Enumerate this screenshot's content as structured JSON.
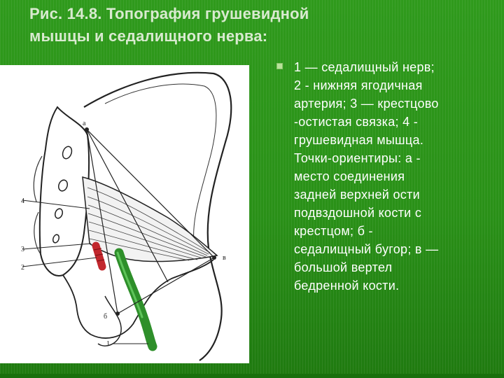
{
  "slide": {
    "title_lines": [
      "Рис. 14.8. Топография грушевидной",
      "мышцы и седалищного нерва:"
    ],
    "caption_lines": [
      "1 — седалищный нерв;",
      "2 - нижняя ягодичная",
      "артерия; 3 — крестцово",
      "-остистая связка; 4 -",
      "грушевидная мышца.",
      "Точки-ориентиры: а -",
      "место соединения",
      "задней верхней ости",
      "подвздошной кости с",
      "крестцом; б -",
      "седалищный бугор; в —",
      "большой вертел",
      "бедренной кости."
    ],
    "bullet_icon": "square-bullet-icon"
  },
  "figure": {
    "labels": {
      "point_a": "а",
      "point_b": "б",
      "point_v": "в",
      "n1": "1",
      "n2": "2",
      "n3": "3",
      "n4": "4"
    },
    "colors": {
      "nerve": "#2e8f2a",
      "artery": "#c2272d",
      "lines": "#222222"
    }
  },
  "colors": {
    "background": "#2c9419",
    "title": "#d9ead0",
    "text": "#ffffff"
  }
}
